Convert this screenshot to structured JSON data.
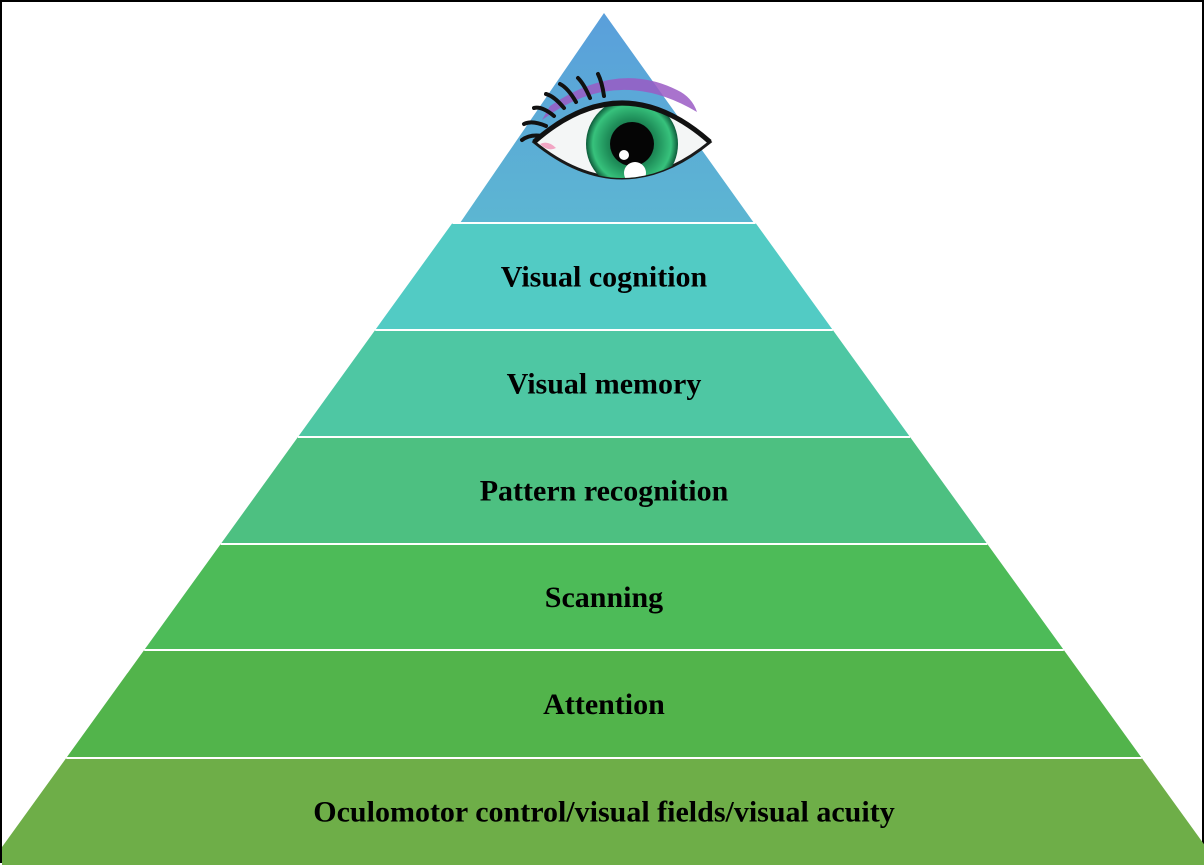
{
  "diagram": {
    "apex": {
      "icon": "eye-icon"
    },
    "tiers": [
      {
        "label": "Visual cognition",
        "color": "#52CBC4"
      },
      {
        "label": "Visual memory",
        "color": "#4EC7A3"
      },
      {
        "label": "Pattern recognition",
        "color": "#4DC081"
      },
      {
        "label": "Scanning",
        "color": "#4DBB58"
      },
      {
        "label": "Attention",
        "color": "#52B44B"
      },
      {
        "label": "Oculomotor control/visual fields/visual acuity",
        "color": "#6EAE48"
      }
    ],
    "colors": {
      "apex_top": "#5A9FDB",
      "apex_bottom": "#5CB6D2",
      "divider": "#ffffff",
      "frame": "#000000"
    }
  }
}
